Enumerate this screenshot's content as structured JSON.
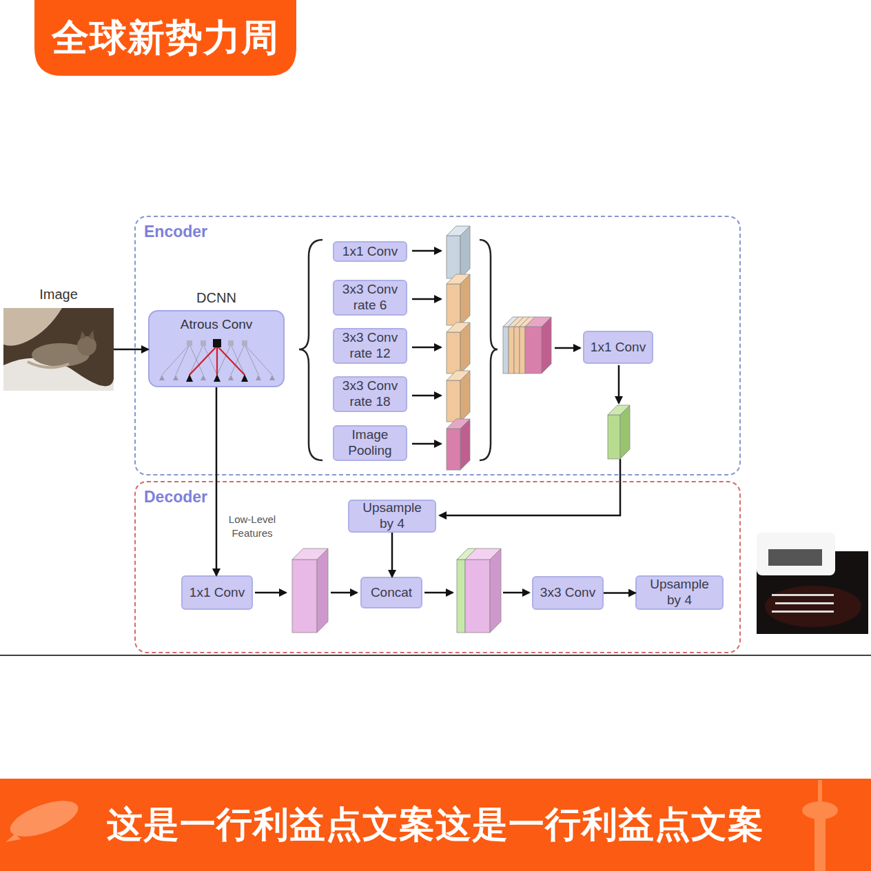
{
  "diagram": {
    "nodes": [
      {
        "text": [
          "Image"
        ]
      },
      {
        "text": [
          "Encoder"
        ]
      },
      {
        "text": [
          "DCNN",
          "Atrous Conv"
        ],
        "in": 1
      },
      {
        "text": [
          "1x1 Conv"
        ],
        "in": 1
      },
      {
        "text": [
          "3x3 Conv rate 6"
        ],
        "in": 1
      },
      {
        "text": [
          "3x3 Conv rate 12"
        ],
        "in": 1
      },
      {
        "text": [
          "3x3 Conv rate 18"
        ],
        "in": 1
      },
      {
        "text": [
          "Image Pooling"
        ],
        "in": 1
      },
      {
        "text": [
          "1x1 Conv"
        ],
        "in": 1
      },
      {
        "text": [
          "Decoder"
        ]
      },
      {
        "text": [
          "Upsample by 4"
        ],
        "in": 9
      },
      {
        "text": [
          "1x1 Conv"
        ],
        "in": 9
      },
      {
        "text": [
          "Concat"
        ],
        "in": 9
      },
      {
        "text": [
          "3x3 Conv"
        ],
        "in": 9
      },
      {
        "text": [
          "Upsample by 4"
        ],
        "in": 9
      }
    ],
    "edges": [
      {
        "from": 0,
        "to": 2,
        "arrow": "to"
      },
      {
        "from": 2,
        "to": 11,
        "label": "Low-Level Features",
        "arrow": "to"
      },
      {
        "from": 10,
        "to": 12,
        "arrow": "to"
      },
      {
        "from": 13,
        "to": 14,
        "arrow": "to"
      }
    ],
    "labels": [
      "全球新势力周",
      "这是一行利益点文案这是一行利益点文案"
    ]
  }
}
